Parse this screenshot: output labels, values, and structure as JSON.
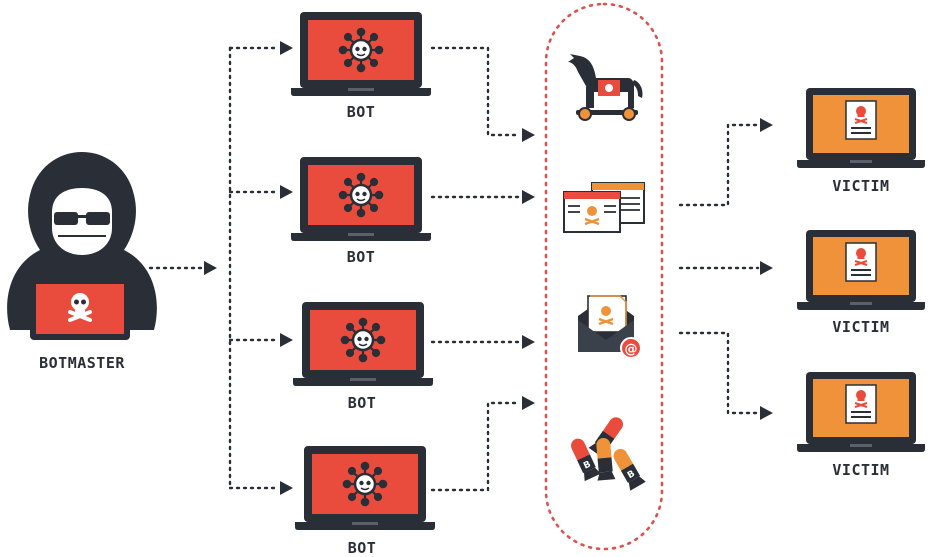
{
  "labels": {
    "botmaster": "BOTMASTER",
    "bot": "BOT",
    "victim": "VICTIM"
  },
  "colors": {
    "dark": "#2a2f37",
    "red": "#e94b3c",
    "orange": "#f0923a",
    "dotted_border": "#d9534f"
  },
  "icons": {
    "attack_vectors": [
      "trojan-horse-icon",
      "malware-webpage-icon",
      "phishing-email-icon",
      "bombs-icon"
    ]
  }
}
